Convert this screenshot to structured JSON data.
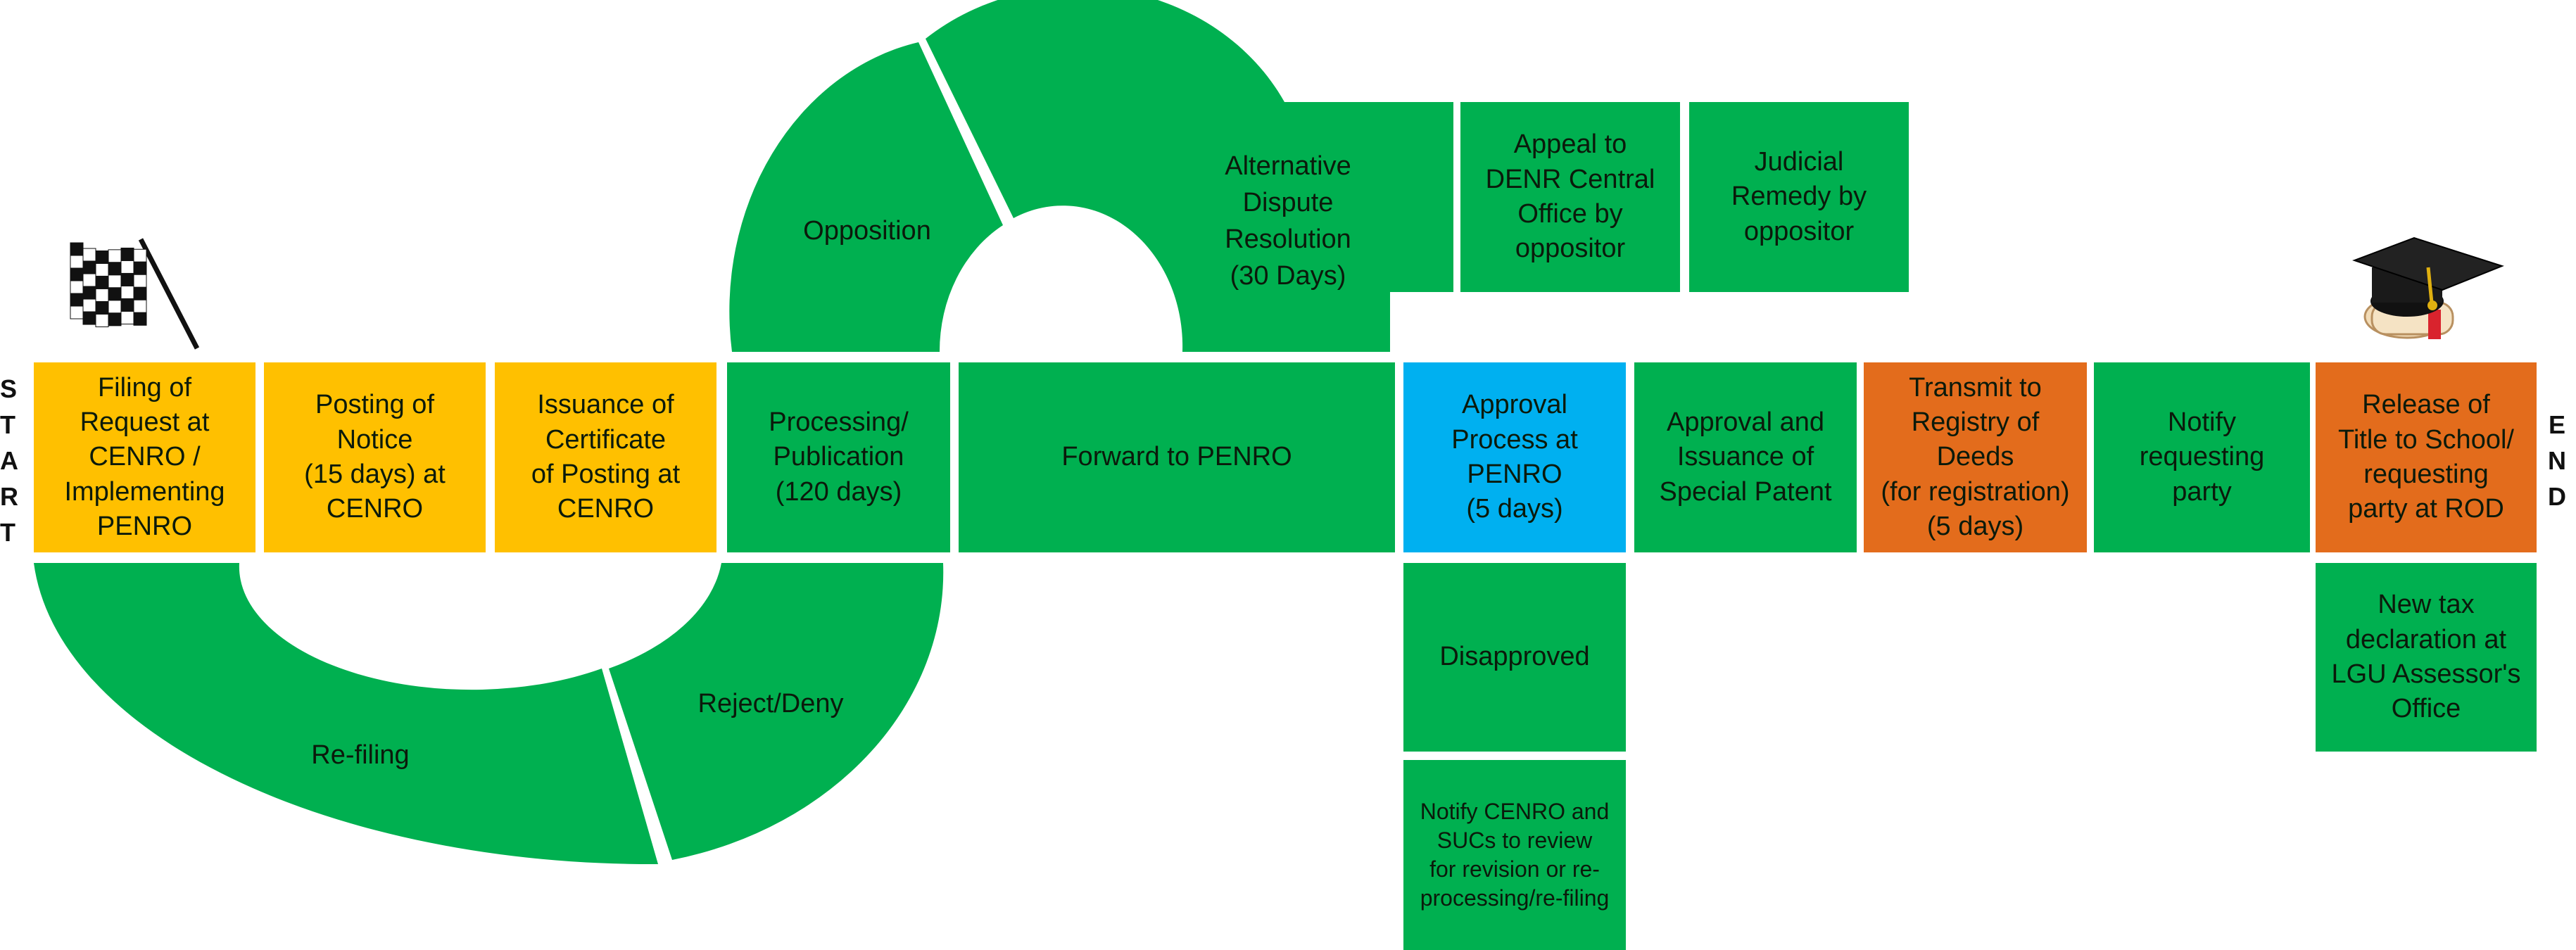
{
  "start_label": "S\nT\nA\nR\nT",
  "end_label": "E\nN\nD",
  "colors": {
    "green": "#00b050",
    "yellow": "#ffc000",
    "blue": "#00b0f0",
    "orange": "#e36c1c"
  },
  "icons": {
    "start": "checkered-flag-icon",
    "end": "graduation-cap-diploma-icon"
  },
  "arcs": {
    "opposition": "Opposition",
    "adr": "Alternative\nDispute\nResolution\n(30 Days)",
    "refiling": "Re-filing",
    "reject": "Reject/Deny"
  },
  "top_boxes": {
    "appeal": "Appeal to\nDENR Central\nOffice by\noppositor",
    "judicial": "Judicial\nRemedy by\noppositor"
  },
  "main_steps": [
    {
      "label": "Filing of\nRequest at\nCENRO /\nImplementing\nPENRO",
      "color": "yellow"
    },
    {
      "label": "Posting of\nNotice\n(15 days) at\nCENRO",
      "color": "yellow"
    },
    {
      "label": "Issuance of\nCertificate\nof Posting at\nCENRO",
      "color": "yellow"
    },
    {
      "label": "Processing/\nPublication\n(120 days)",
      "color": "green"
    },
    {
      "label": "Forward to PENRO",
      "color": "green"
    },
    {
      "label": "Approval\nProcess at\nPENRO\n(5 days)",
      "color": "blue"
    },
    {
      "label": "Approval and\nIssuance of\nSpecial Patent",
      "color": "green"
    },
    {
      "label": "Transmit to\nRegistry of Deeds\n(for registration)\n(5 days)",
      "color": "orange"
    },
    {
      "label": "Notify\nrequesting\nparty",
      "color": "green"
    },
    {
      "label": "Release of\nTitle to School/\nrequesting\nparty at ROD",
      "color": "orange"
    }
  ],
  "bottom_boxes": {
    "disapproved": "Disapproved",
    "notify_cenro": "Notify CENRO and\nSUCs to review\nfor revision or re-\nprocessing/re-filing",
    "new_tax": "New tax\ndeclaration at\nLGU Assessor's\nOffice"
  }
}
